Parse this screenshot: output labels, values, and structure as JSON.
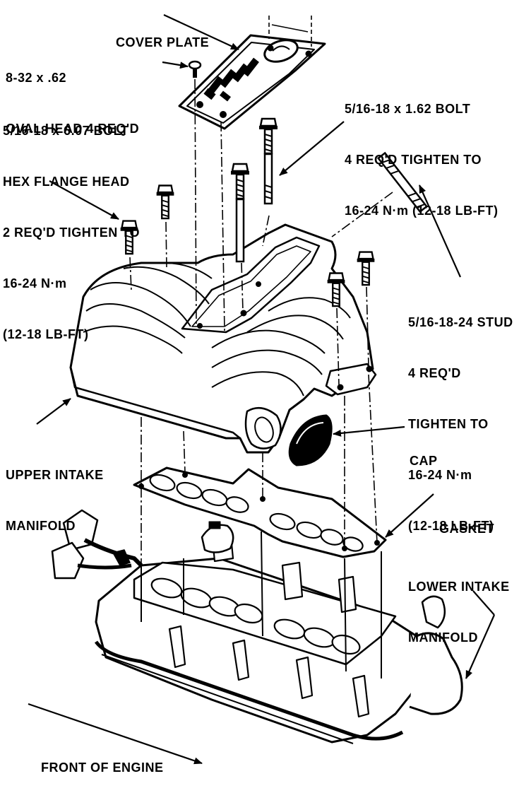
{
  "labels": {
    "cover_plate": [
      "COVER PLATE"
    ],
    "oval_head_screw": [
      "8-32 x .62",
      "OVAL HEAD 4 REQ'D"
    ],
    "hex_flange_bolt": [
      "5/16-18 x 6.07 BOLT",
      "HEX FLANGE HEAD",
      "2 REQ'D TIGHTEN TO",
      "16-24 N·m",
      "(12-18 LB-FT)"
    ],
    "short_bolt": [
      "5/16-18 x 1.62 BOLT",
      "4 REQ'D TIGHTEN TO",
      "16-24 N·m (12-18 LB-FT)"
    ],
    "stud": [
      "5/16-18-24 STUD",
      "4 REQ'D",
      "TIGHTEN TO",
      "16-24 N·m",
      "(12-18 LB-FT)"
    ],
    "upper_intake": [
      "UPPER INTAKE",
      "MANIFOLD"
    ],
    "cap": [
      "CAP"
    ],
    "gasket": [
      "GASKET"
    ],
    "lower_intake": [
      "LOWER INTAKE",
      "MANIFOLD"
    ],
    "front_of_engine": [
      "FRONT OF ENGINE"
    ]
  }
}
